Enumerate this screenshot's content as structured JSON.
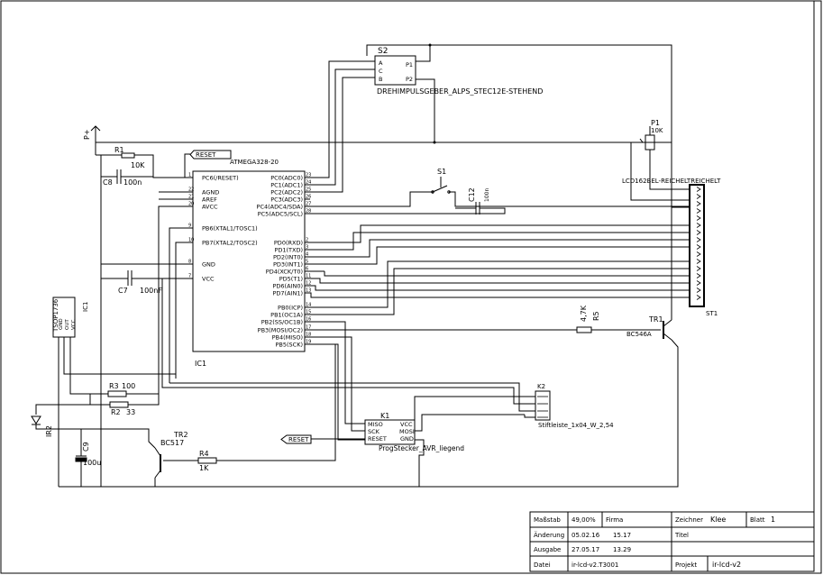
{
  "s2": {
    "name": "S2",
    "value": "DREHIMPULSGEBER_ALPS_STEC12E-STEHEND",
    "pins_left": [
      "A",
      "C",
      "B"
    ],
    "pins_right": [
      "P1",
      "P2"
    ]
  },
  "p1": {
    "name": "P1",
    "value": "10K"
  },
  "supply": {
    "name": "P+"
  },
  "r1": {
    "name": "R1",
    "value": "10K"
  },
  "c8": {
    "name": "C8",
    "value": "100n"
  },
  "reset_label": "RESET",
  "reset_label2": "RESET",
  "ic1": {
    "part": "ATMEGA328-20",
    "name": "IC1",
    "pins_left": [
      {
        "label": "PC6(/RESET)",
        "num": "1"
      },
      {
        "label": "AGND",
        "num": "22"
      },
      {
        "label": "AREF",
        "num": "21"
      },
      {
        "label": "AVCC",
        "num": "20"
      },
      {
        "label": "PB6(XTAL1/TOSC1)",
        "num": "9"
      },
      {
        "label": "PB7(XTAL2/TOSC2)",
        "num": "10"
      },
      {
        "label": "GND",
        "num": "8"
      },
      {
        "label": "VCC",
        "num": "7"
      }
    ],
    "pins_right": [
      {
        "label": "PC0(ADC0)",
        "num": "23"
      },
      {
        "label": "PC1(ADC1)",
        "num": "24"
      },
      {
        "label": "PC2(ADC2)",
        "num": "25"
      },
      {
        "label": "PC3(ADC3)",
        "num": "26"
      },
      {
        "label": "PC4(ADC4/SDA)",
        "num": "27"
      },
      {
        "label": "PC5(ADC5/SCL)",
        "num": "28"
      },
      {
        "label": "PD0(RXD)",
        "num": "2"
      },
      {
        "label": "PD1(TXD)",
        "num": "3"
      },
      {
        "label": "PD2(INT0)",
        "num": "4"
      },
      {
        "label": "PD3(INT1)",
        "num": "5"
      },
      {
        "label": "PD4(XCK/T0)",
        "num": "6"
      },
      {
        "label": "PD5(T1)",
        "num": "11"
      },
      {
        "label": "PD6(AIN0)",
        "num": "12"
      },
      {
        "label": "PD7(AIN1)",
        "num": "13"
      },
      {
        "label": "PB0(ICP)",
        "num": "14"
      },
      {
        "label": "PB1(OC1A)",
        "num": "15"
      },
      {
        "label": "PB2(SS/OC1B)",
        "num": "16"
      },
      {
        "label": "PB3(MOSI/OC2)",
        "num": "17"
      },
      {
        "label": "PB4(MISO)",
        "num": "18"
      },
      {
        "label": "PB5(SCK)",
        "num": "19"
      }
    ]
  },
  "s1": {
    "name": "S1"
  },
  "c12": {
    "name": "C12",
    "value": "100n"
  },
  "lcd": {
    "part": "LCD162BEL-REICHELTREICHELT",
    "name": "ST1"
  },
  "c7": {
    "name": "C7",
    "value": "100nF"
  },
  "ic_ir": {
    "part": "TSOP1736",
    "name": "IC1",
    "pins": [
      "GND",
      "OUT",
      "VCC"
    ]
  },
  "r3": {
    "name": "R3",
    "value": "100"
  },
  "r2": {
    "name": "R2",
    "value": "33"
  },
  "ir2": {
    "name": "IR2"
  },
  "c9": {
    "name": "C9",
    "value": "100u"
  },
  "tr2": {
    "name": "TR2",
    "value": "BC517"
  },
  "r4": {
    "name": "R4",
    "value": "1K"
  },
  "r5": {
    "name": "R5",
    "value": "4,7K"
  },
  "tr1": {
    "name": "TR1",
    "value": "BC546A"
  },
  "k1": {
    "name": "K1",
    "value": "ProgStecker_AVR_liegend",
    "pins": [
      "MISO",
      "VCC",
      "SCK",
      "MOSI",
      "RESET",
      "GND"
    ]
  },
  "k2": {
    "name": "K2",
    "value": "Stiftleiste_1x04_W_2,54"
  },
  "title_block": {
    "massstab_label": "Maßstab",
    "massstab_value": "49,00%",
    "firma_label": "Firma",
    "zeichner_label": "Zeichner",
    "zeichner_value": "Klee",
    "blatt_label": "Blatt",
    "blatt_value": "1",
    "aenderung_label": "Änderung",
    "aenderung_date": "05.02.16",
    "aenderung_time": "15.17",
    "titel_label": "Titel",
    "ausgabe_label": "Ausgabe",
    "ausgabe_date": "27.05.17",
    "ausgabe_time": "13.29",
    "datei_label": "Datei",
    "datei_value": "ir-lcd-v2.T3001",
    "projekt_label": "Projekt",
    "projekt_value": "ir-lcd-v2"
  }
}
